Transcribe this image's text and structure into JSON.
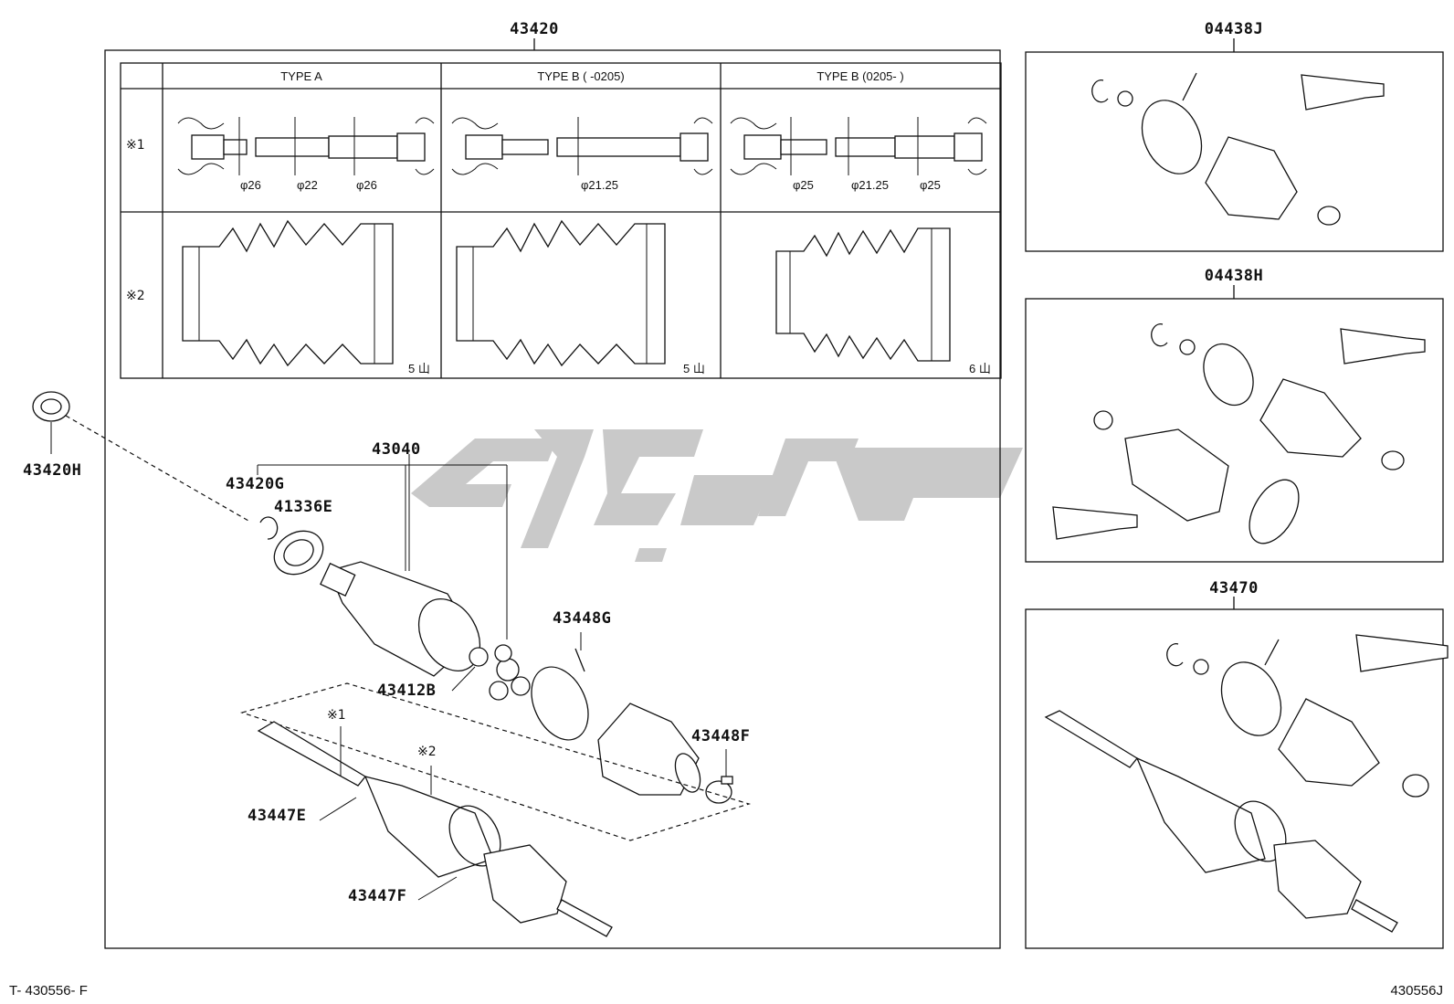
{
  "labels": {
    "main_assembly": "43420",
    "kit_j": "04438J",
    "kit_h": "04438H",
    "assembly_right": "43470",
    "bearing": "43420H",
    "joint": "43040",
    "snap_ring": "43420G",
    "seal": "41336E",
    "tripod": "43412B",
    "clamp_g": "43448G",
    "clamp_f": "43448F",
    "shaft": "43447E",
    "boot": "43447F"
  },
  "table": {
    "types": [
      "TYPE A",
      "TYPE B (        -0205)",
      "TYPE B (0205-        )"
    ],
    "row_marks": [
      "※1",
      "※2"
    ],
    "diam_a": [
      "φ26",
      "φ22",
      "φ26"
    ],
    "diam_b1": [
      "φ21.25"
    ],
    "diam_b2": [
      "φ25",
      "φ21.25",
      "φ25"
    ],
    "ridges": [
      "5 山",
      "5 山",
      "6 山"
    ]
  },
  "callouts": {
    "mark1": "※1",
    "mark2": "※2"
  },
  "footer": {
    "left": "T- 430556- F",
    "right": "430556J"
  },
  "watermark_color": "#c9c9c9"
}
